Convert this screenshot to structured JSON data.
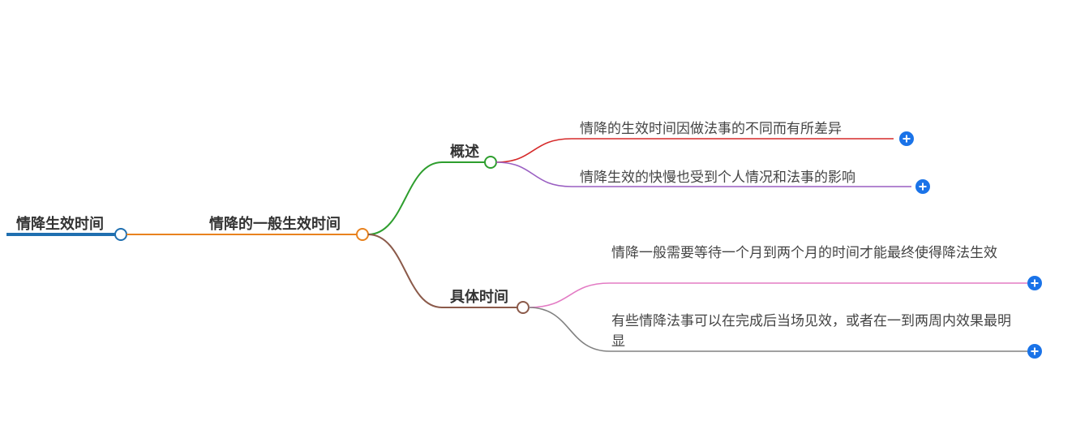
{
  "root": {
    "label": "情降生效时间",
    "color": "#1f6fb0"
  },
  "level1": {
    "label": "情降的一般生效时间",
    "color": "#e8821e"
  },
  "branches": [
    {
      "label": "概述",
      "color": "#2e9e2e",
      "leaves": [
        {
          "text": "情降的生效时间因做法事的不同而有所差异",
          "color": "#d62a2a"
        },
        {
          "text": "情降生效的快慢也受到个人情况和法事的影响",
          "color": "#9a5fc2"
        }
      ]
    },
    {
      "label": "具体时间",
      "color": "#8b5a4a",
      "leaves": [
        {
          "text": "情降一般需要等待一个月到两个月的时间才能最终使得降法生效",
          "color": "#e37bc4"
        },
        {
          "text": "有些情降法事可以在完成后当场见效，或者在一到两周内效果最明显",
          "color": "#808080"
        }
      ]
    }
  ],
  "expand_icon": "plus-circle-icon",
  "expand_color": "#1a73e8"
}
